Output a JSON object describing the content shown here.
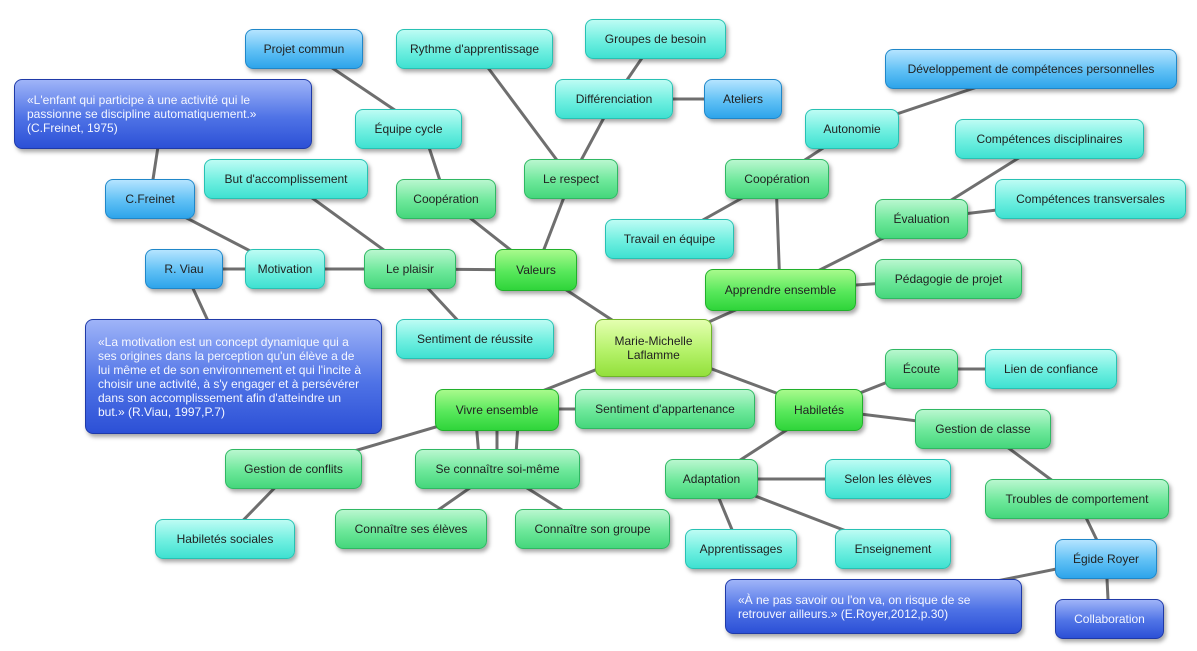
{
  "nodes": {
    "center": "Marie-Michelle\nLaflamme",
    "valeurs": "Valeurs",
    "le_respect": "Le respect",
    "cooperation_left": "Coopération",
    "equipe_cycle": "Équipe cycle",
    "projet_commun": "Projet commun",
    "differenciation": "Différenciation",
    "rythme": "Rythme d'apprentissage",
    "groupes_besoin": "Groupes de besoin",
    "ateliers": "Ateliers",
    "le_plaisir": "Le plaisir",
    "but": "But d'accomplissement",
    "sentiment_reussite": "Sentiment de réussite",
    "motivation": "Motivation",
    "cfreinet": "C.Freinet",
    "rviau": "R. Viau",
    "quote_freinet": "«L'enfant qui participe à une activité qui le passionne se discipline automatiquement.» (C.Freinet, 1975)",
    "quote_viau": "«La motivation est un concept dynamique qui a ses origines dans la perception qu'un élève a de lui même et de son environnement et qui l'incite à choisir une activité, à s'y engager et à persévérer dans son accomplissement afin d'atteindre un but.» (R.Viau, 1997,P.7)",
    "apprendre_ensemble": "Apprendre ensemble",
    "cooperation_right": "Coopération",
    "travail_equipe": "Travail en équipe",
    "autonomie": "Autonomie",
    "dev_competences": "Développement de compétences personnelles",
    "evaluation": "Évaluation",
    "comp_disciplinaires": "Compétences disciplinaires",
    "comp_transversales": "Compétences transversales",
    "pedagogie_projet": "Pédagogie de projet",
    "vivre_ensemble": "Vivre ensemble",
    "sentiment_appartenance": "Sentiment d'appartenance",
    "gestion_conflits": "Gestion de conflits",
    "habiletes_sociales": "Habiletés sociales",
    "se_connaitre": "Se connaître soi-même",
    "connaitre_eleves": "Connaître ses élèves",
    "connaitre_groupe": "Connaître son groupe",
    "habiletes": "Habiletés",
    "ecoute": "Écoute",
    "lien_confiance": "Lien de confiance",
    "gestion_classe": "Gestion de classe",
    "troubles": "Troubles de comportement",
    "egide_royer": "Égide Royer",
    "collaboration": "Collaboration",
    "quote_royer": "«À ne pas savoir ou l'on va, on risque de se retrouver ailleurs.» (E.Royer,2012,p.30)",
    "adaptation": "Adaptation",
    "selon_eleves": "Selon les élèves",
    "apprentissages": "Apprentissages",
    "enseignement": "Enseignement"
  },
  "colors": {
    "green": "#6de89a",
    "bright_green": "#57e85b",
    "center": "#b5f26a",
    "cyan": "#6fefe0",
    "blue": "#5fc0f5",
    "dark_blue": "#2c50d6",
    "connector": "#6f6f6f"
  }
}
